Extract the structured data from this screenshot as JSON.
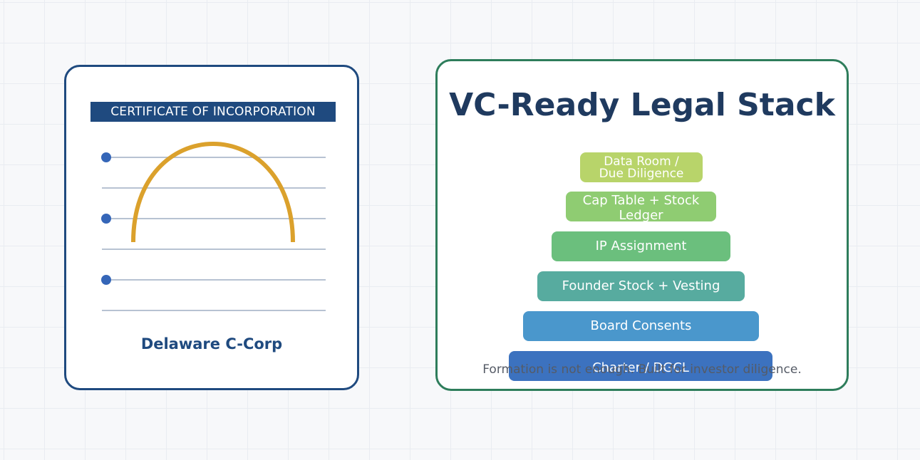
{
  "certificate": {
    "title": "CERTIFICATE OF INCORPORATION",
    "caption": "Delaware C-Corp",
    "colors": {
      "border": "#1f4a7f",
      "seal_arc": "#dba12c",
      "rule_line": "#b7c2d2",
      "bullet": "#3566b8"
    }
  },
  "stack": {
    "title": "VC-Ready Legal Stack",
    "layers": [
      {
        "label": "Data Room / Due Diligence",
        "color": "#b8d46a"
      },
      {
        "label": "Cap Table + Stock Ledger",
        "color": "#8fcc72"
      },
      {
        "label": "IP Assignment",
        "color": "#6bbf7d"
      },
      {
        "label": "Founder Stock + Vesting",
        "color": "#57ab9f"
      },
      {
        "label": "Board Consents",
        "color": "#4a97cc"
      },
      {
        "label": "Charter / DGCL",
        "color": "#3c72bf"
      }
    ],
    "footnote": "Formation is not enough. Built for investor diligence.",
    "colors": {
      "border": "#2e7d5b",
      "title": "#1f3a5f"
    }
  }
}
